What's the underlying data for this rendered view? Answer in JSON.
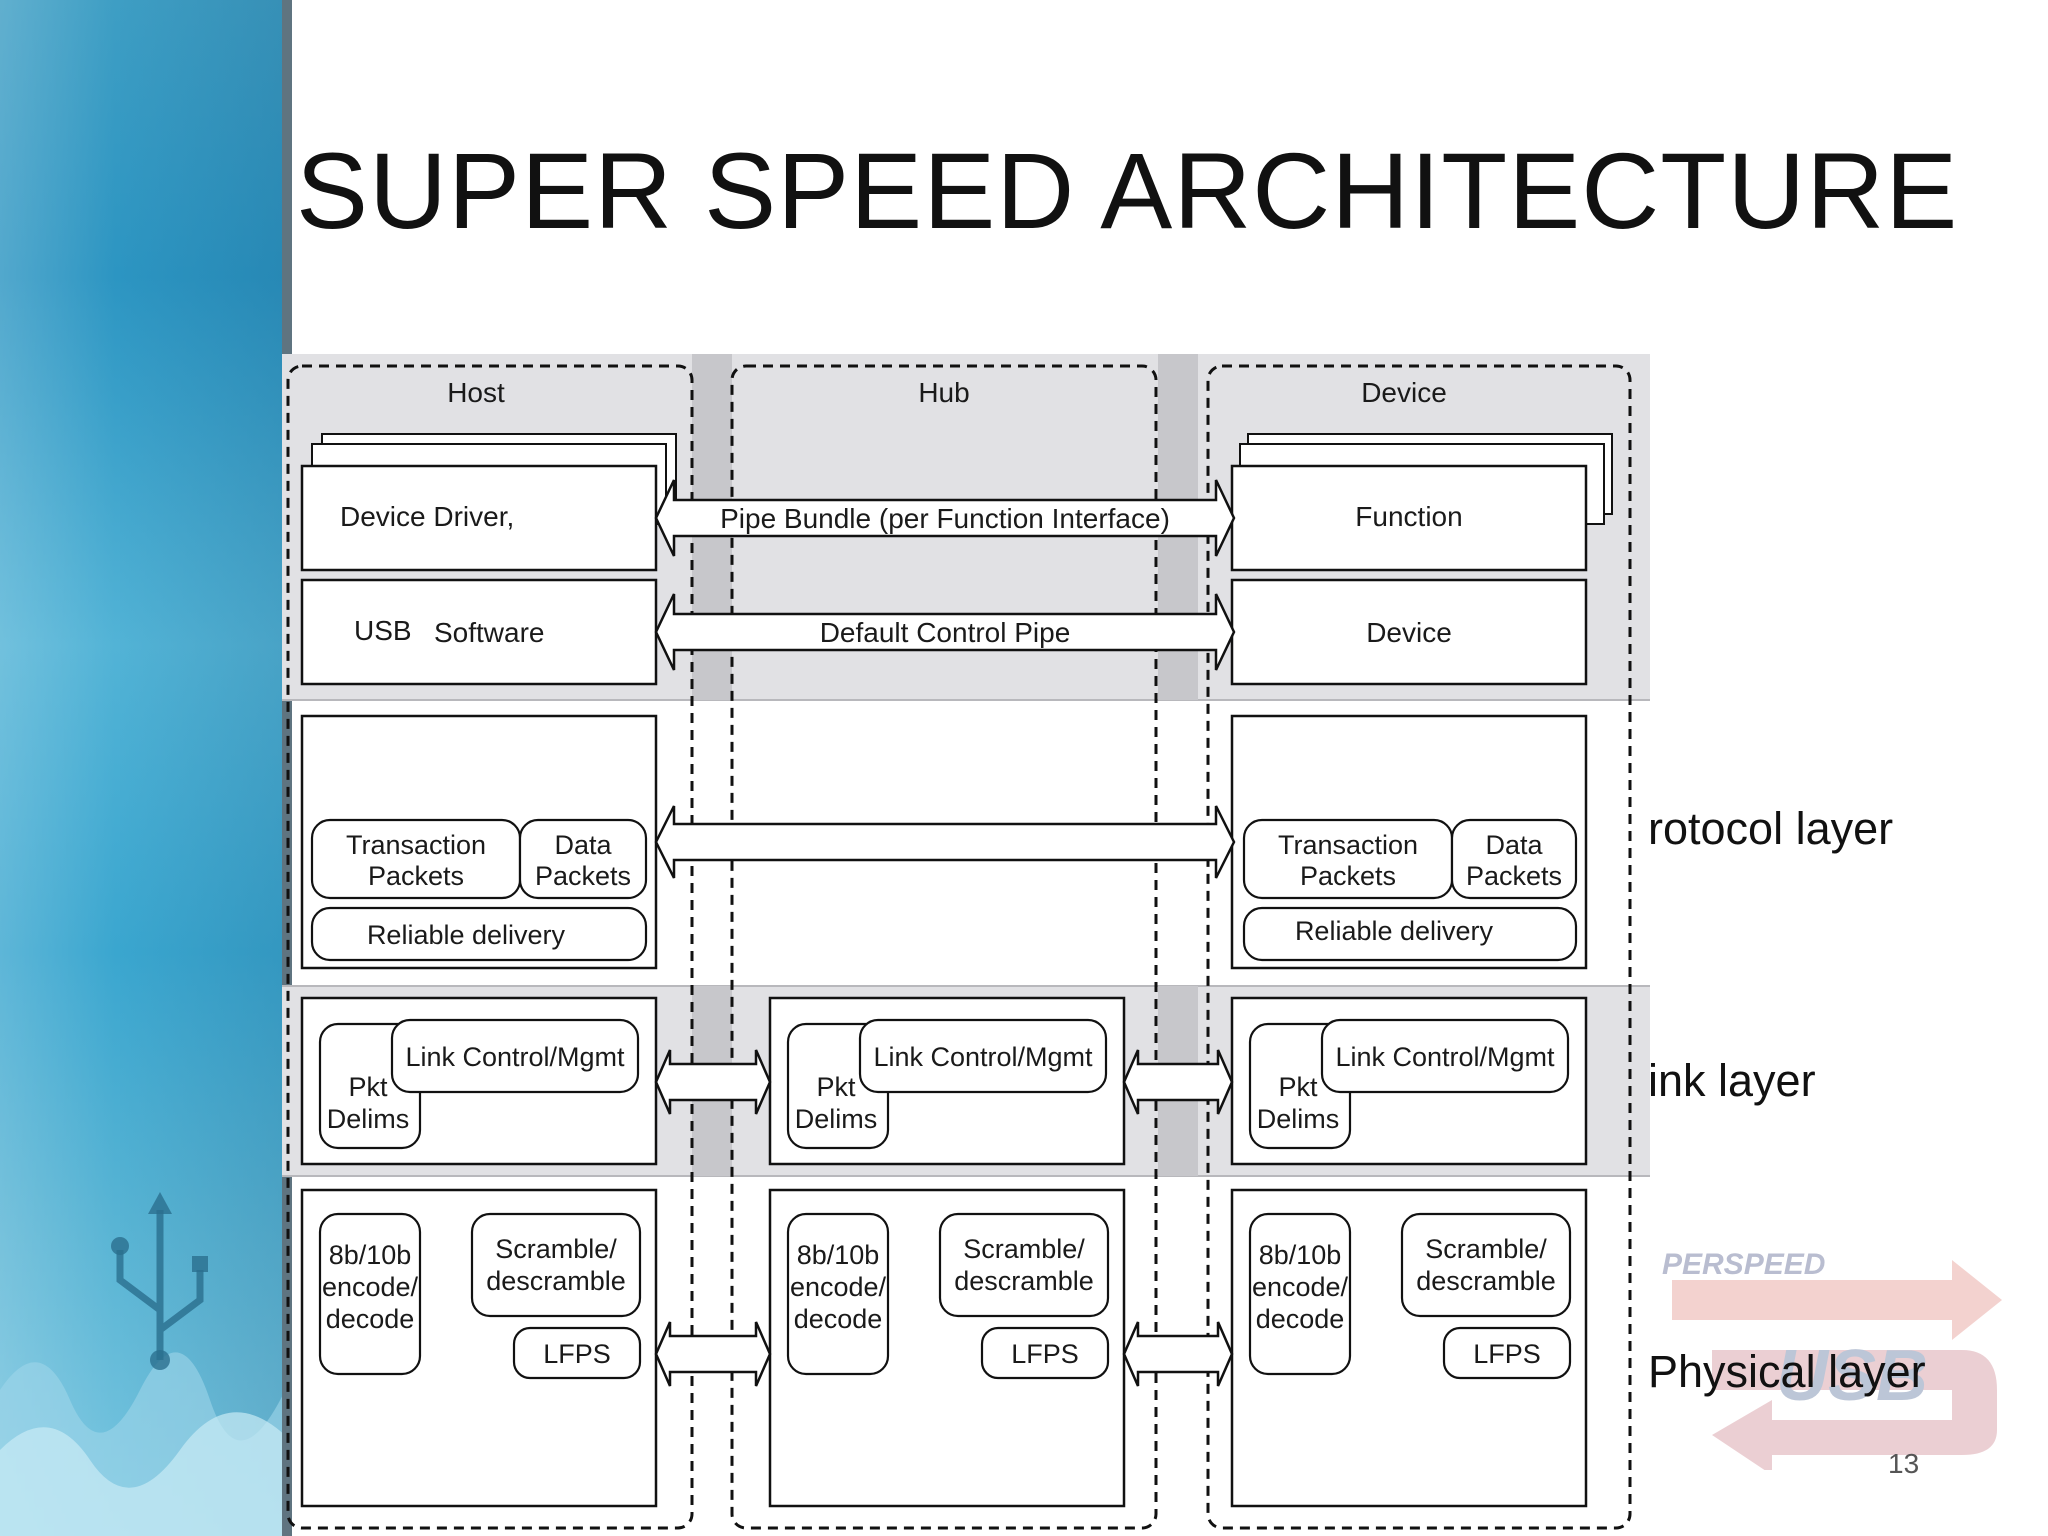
{
  "slide": {
    "title": "SUPER SPEED ARCHITECTURE",
    "page_number": "13"
  },
  "columns": {
    "host": "Host",
    "hub": "Hub",
    "device": "Device"
  },
  "host": {
    "device_driver": "Device Driver,",
    "usb": "USB",
    "software": "Software",
    "transaction_packets": [
      "Transaction",
      "Packets"
    ],
    "data_packets": [
      "Data",
      "Packets"
    ],
    "reliable_delivery": "Reliable delivery"
  },
  "device": {
    "function": "Function",
    "device": "Device",
    "transaction_packets": [
      "Transaction",
      "Packets"
    ],
    "data_packets": [
      "Data",
      "Packets"
    ],
    "reliable_delivery": "Reliable delivery"
  },
  "pipes": {
    "pipe_bundle": "Pipe Bundle (per Function Interface)",
    "default_control_pipe": "Default Control Pipe"
  },
  "link_block": {
    "link_control": "Link Control/Mgmt",
    "pkt_delims": [
      "Pkt",
      "Delims"
    ]
  },
  "phy_block": {
    "encode": [
      "8b/10b",
      "encode/",
      "decode"
    ],
    "scramble": [
      "Scramble/",
      "descramble"
    ],
    "lfps": "LFPS"
  },
  "layer_labels": {
    "protocol": "rotocol layer",
    "link": "ink layer",
    "physical": "Physical layer"
  },
  "logo": {
    "text": "PERSPEED"
  },
  "colors": {
    "band_gray": "#e1e1e4",
    "gap_gray": "#c7c7cb",
    "left_band": "#3aa6cf"
  }
}
